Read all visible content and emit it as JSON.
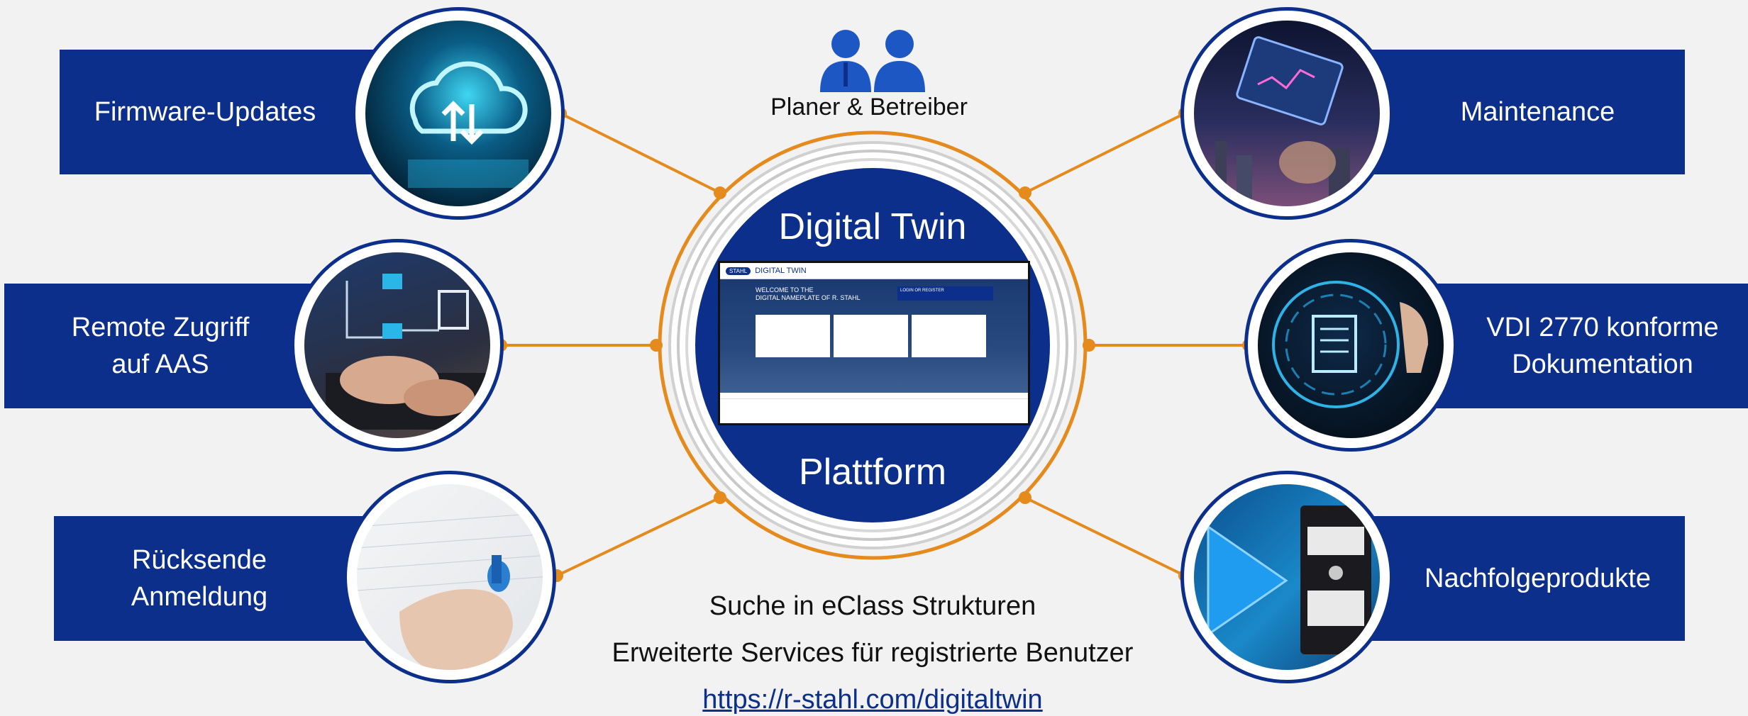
{
  "center": {
    "title": "Digital Twin",
    "subtitle": "Plattform",
    "audience": "Planer & Betreiber"
  },
  "features_left": [
    {
      "label_lines": [
        "Firmware-Updates"
      ],
      "image": "cloud-upload-download-icon"
    },
    {
      "label_lines": [
        "Remote Zugriff",
        "auf AAS"
      ],
      "image": "keyboard-files-icon"
    },
    {
      "label_lines": [
        "Rücksende",
        "Anmeldung"
      ],
      "image": "hand-pen-icon"
    }
  ],
  "features_right": [
    {
      "label_lines": [
        "Maintenance"
      ],
      "image": "tablet-industrial-plant-icon"
    },
    {
      "label_lines": [
        "VDI 2770 konforme",
        "Dokumentation"
      ],
      "image": "digital-document-icon"
    },
    {
      "label_lines": [
        "Nachfolgeprodukte"
      ],
      "image": "play-product-icon"
    }
  ],
  "bottom": {
    "line1": "Suche in eClass Strukturen",
    "line2": "Erweiterte Services für registrierte Benutzer",
    "url": "https://r-stahl.com/digitaltwin"
  },
  "screenshot": {
    "brand": "STAHL",
    "app": "DIGITAL TWIN",
    "welcome_1": "WELCOME TO THE",
    "welcome_2": "DIGITAL NAMEPLATE OF R. STAHL",
    "login": "LOGIN OR REGISTER"
  },
  "colors": {
    "navy": "#0b2f8a",
    "orange": "#e58a1c",
    "background": "#f2f2f2"
  }
}
